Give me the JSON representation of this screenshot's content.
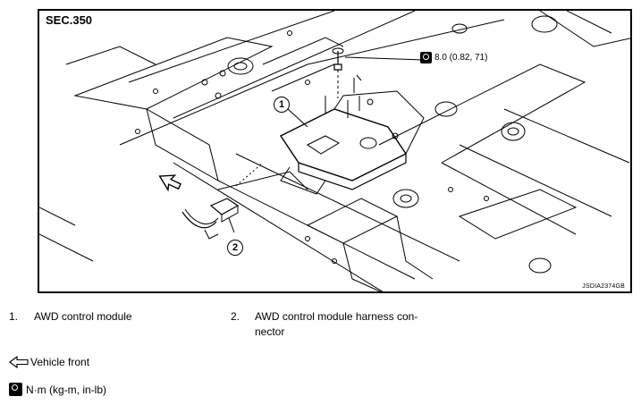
{
  "diagram": {
    "section": "SEC.350",
    "torque_value": "8.0 (0.82, 71)",
    "callout_1": "1",
    "callout_2": "2",
    "image_code": "JSDIA2374GB"
  },
  "legend": {
    "items": [
      {
        "number": "1.",
        "label": "AWD control module"
      },
      {
        "number": "2.",
        "label": "AWD control module harness con-",
        "label_line2": "nector"
      }
    ],
    "vehicle_front": "Vehicle front",
    "torque_units": "N·m (kg-m, in-lb)"
  },
  "icons": {
    "front_arrow": "front-arrow-icon",
    "torque_wrench": "torque-wrench-icon"
  }
}
